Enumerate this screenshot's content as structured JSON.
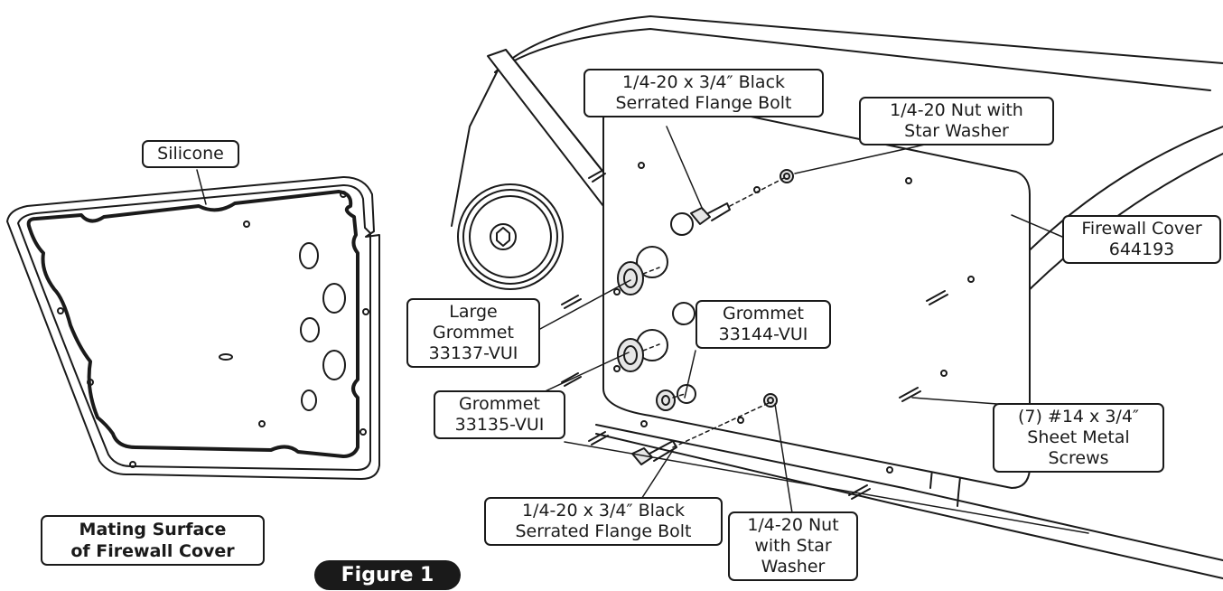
{
  "labels": {
    "silicone": "Silicone",
    "bolt_top": [
      "1/4-20 x 3/4″ Black",
      "Serrated Flange Bolt"
    ],
    "nut_top": [
      "1/4-20 Nut with",
      "Star Washer"
    ],
    "firewall_cover": [
      "Firewall Cover",
      "644193"
    ],
    "large_grommet": [
      "Large",
      "Grommet",
      "33137-VUI"
    ],
    "grommet_33144": [
      "Grommet",
      "33144-VUI"
    ],
    "grommet_33135": [
      "Grommet",
      "33135-VUI"
    ],
    "screws": [
      "(7) #14 x 3/4″",
      "Sheet Metal",
      "Screws"
    ],
    "bolt_bottom": [
      "1/4-20 x 3/4″ Black",
      "Serrated Flange Bolt"
    ],
    "nut_bottom": [
      "1/4-20 Nut",
      "with Star",
      "Washer"
    ],
    "mating_surface": [
      "Mating Surface",
      "of Firewall Cover"
    ]
  },
  "figure_label": "Figure 1",
  "colors": {
    "ink": "#1a1a1a",
    "paper": "#ffffff",
    "hardware": "#e6e6e6"
  }
}
